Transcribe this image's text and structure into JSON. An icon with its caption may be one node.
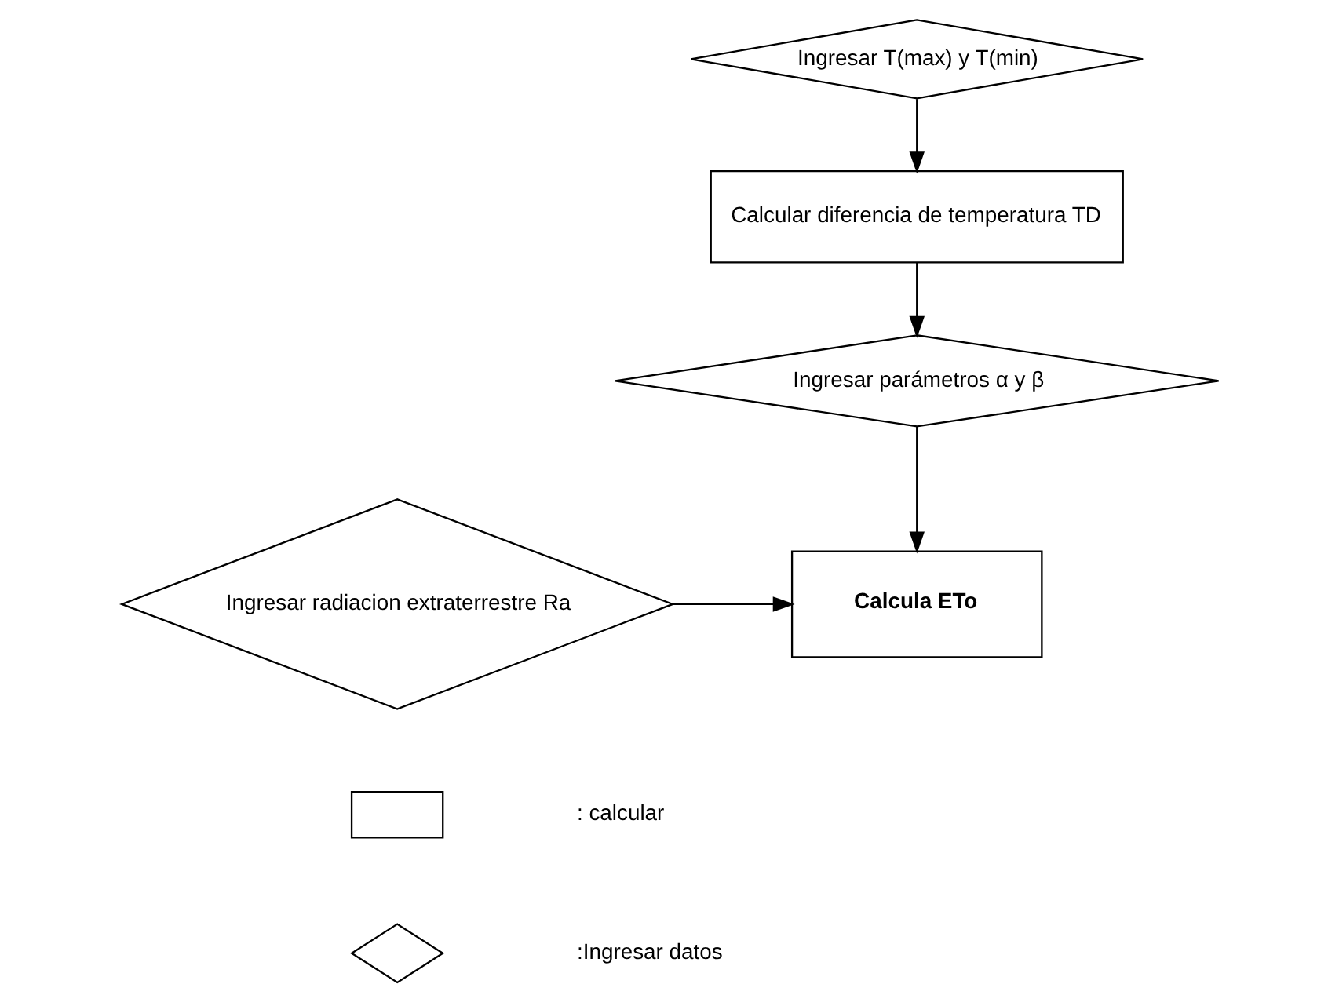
{
  "diagram": {
    "nodes": [
      {
        "text": [
          "Ingresar T(max) y T(min)"
        ]
      },
      {
        "text": [
          "Calcular diferencia de temperatura TD"
        ]
      },
      {
        "text": [
          "Ingresar parámetros α y β"
        ]
      },
      {
        "text": [
          "Ingresar radiacion extraterrestre Ra"
        ]
      },
      {
        "text": [
          "Calcula ETo"
        ]
      },
      {
        "text": [],
        "shape": "box"
      },
      {
        "text": [],
        "shape": "diamond"
      }
    ],
    "edges": [
      {
        "from": 0,
        "to": 1,
        "arrow": "to"
      },
      {
        "from": 1,
        "to": 2,
        "arrow": "to"
      },
      {
        "from": 2,
        "to": 4,
        "arrow": "to"
      },
      {
        "from": 3,
        "to": 4,
        "arrow": "to"
      }
    ],
    "legend": [
      {
        "text": ": calcular"
      },
      {
        "text": ":Ingresar datos"
      }
    ]
  }
}
